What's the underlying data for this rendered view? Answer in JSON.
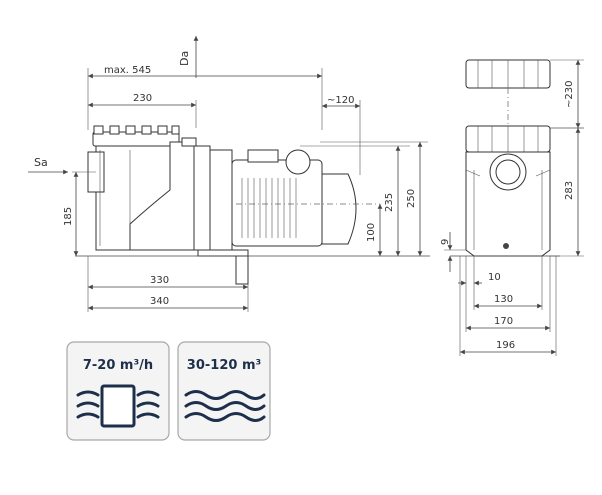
{
  "labels": {
    "da": "Da",
    "sa": "Sa",
    "max_length": "max. 545",
    "d230": "230",
    "d120": "~120",
    "d185": "185",
    "d235": "235",
    "d250": "250",
    "d100": "100",
    "d330": "330",
    "d340": "340",
    "side_230": "~230",
    "side_283": "283",
    "d9": "9",
    "d10": "10",
    "d130": "130",
    "d170": "170",
    "d196": "196"
  },
  "badges": {
    "flow": "7-20 m³/h",
    "volume": "30-120 m³"
  },
  "colors": {
    "badge_text": "#1d2f4a",
    "badge_border": "#a8a8a8",
    "badge_fill": "#f4f4f4",
    "line": "#444444"
  }
}
